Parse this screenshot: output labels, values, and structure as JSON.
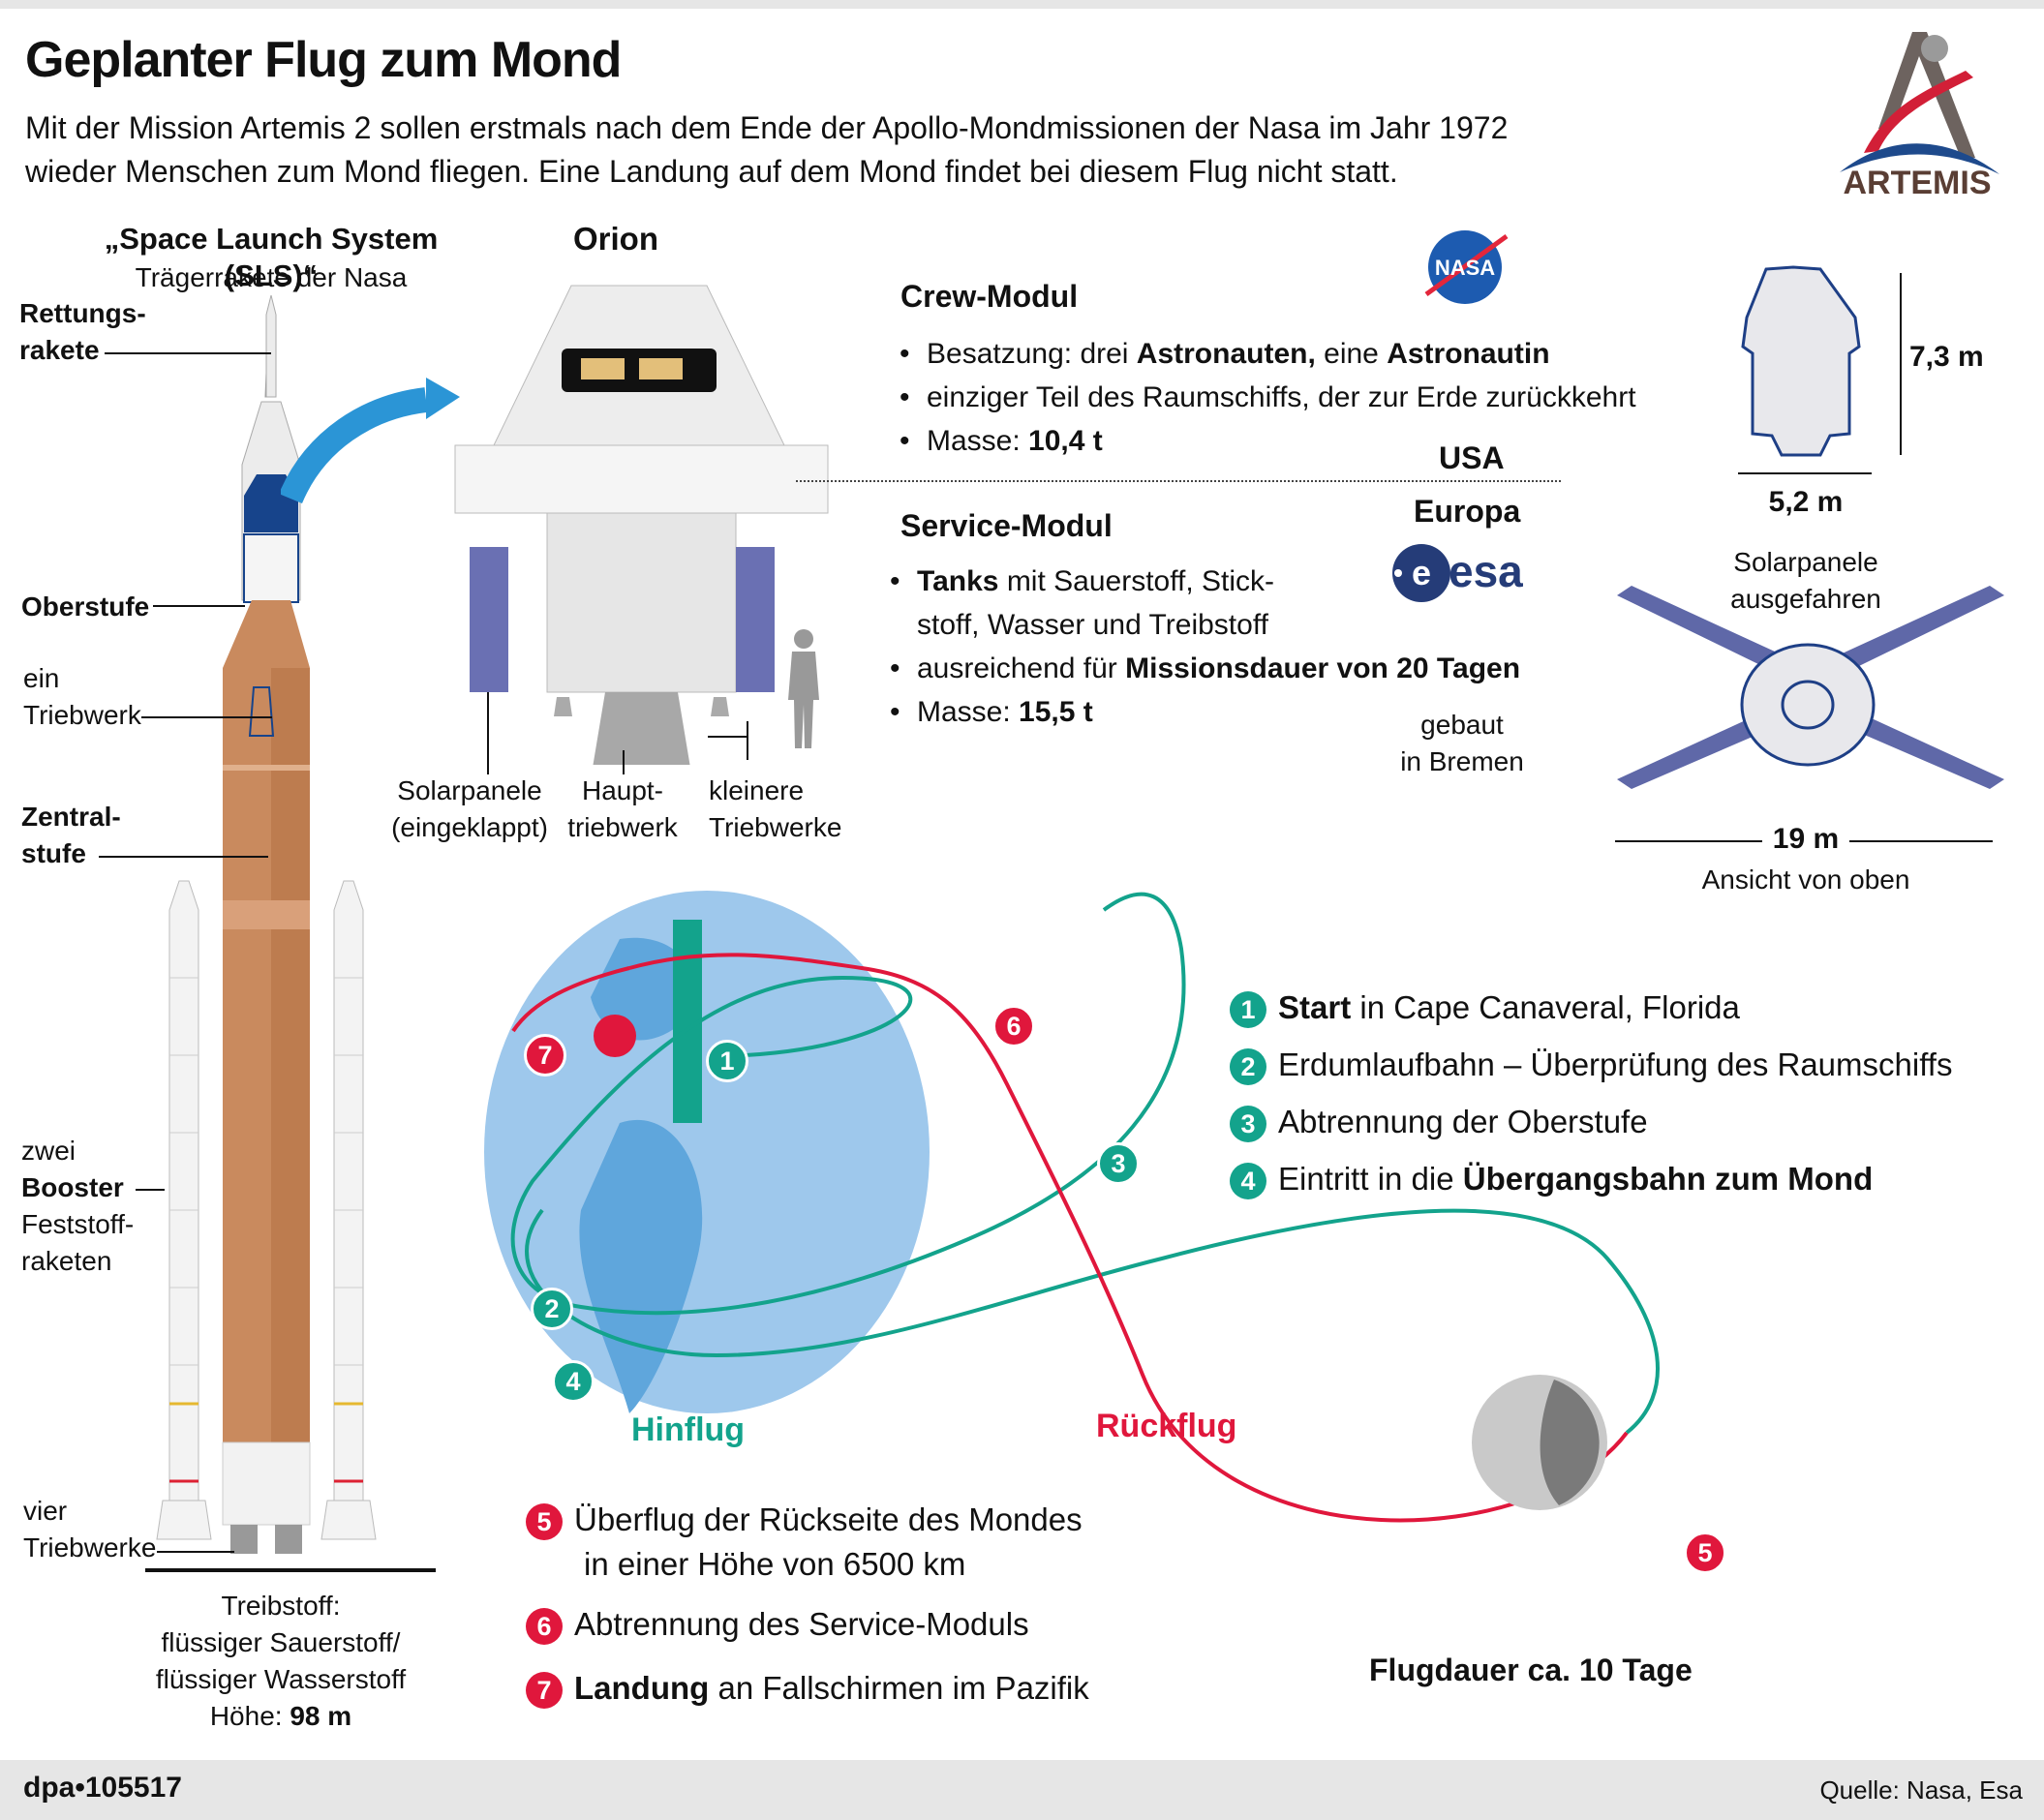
{
  "header": {
    "title": "Geplanter Flug zum Mond",
    "intro_line1": "Mit der Mission Artemis 2 sollen erstmals nach dem Ende der Apollo-Mondmissionen der Nasa im Jahr 1972",
    "intro_line2": "wieder Menschen zum Mond fliegen. Eine Landung auf dem Mond findet bei diesem Flug nicht statt.",
    "logo_text": "ARTEMIS"
  },
  "rocket": {
    "name": "„Space Launch System (SLS)“",
    "subtitle": "Trägerrakete der Nasa",
    "labels": {
      "rettung1": "Rettungs-",
      "rettung2": "rakete",
      "oberstufe": "Oberstufe",
      "ein": "ein",
      "triebwerk": "Triebwerk",
      "zentral1": "Zentral-",
      "zentral2": "stufe",
      "zwei": "zwei",
      "booster": "Booster",
      "feststoff1": "Feststoff-",
      "feststoff2": "raketen",
      "vier": "vier",
      "triebwerke": "Triebwerke"
    },
    "fuel_label": "Treibstoff:",
    "fuel_line1": "flüssiger Sauerstoff/",
    "fuel_line2": "flüssiger Wasserstoff",
    "height_label": "Höhe:",
    "height_value": "98 m"
  },
  "orion": {
    "title": "Orion",
    "labels": {
      "solar1": "Solarpanele",
      "solar2": "(eingeklappt)",
      "haupt1": "Haupt-",
      "haupt2": "triebwerk",
      "klein1": "kleinere",
      "klein2": "Triebwerke"
    },
    "crew_module": {
      "title": "Crew-Modul",
      "b1_pre": "Besatzung: drei ",
      "b1_bold1": "Astronauten,",
      "b1_mid": " eine ",
      "b1_bold2": "Astronautin",
      "b2": "einziger Teil des Raumschiffs, der zur Erde zurückkehrt",
      "b3_pre": "Masse: ",
      "b3_bold": "10,4 t"
    },
    "service_module": {
      "title": "Service-Modul",
      "b1_bold": "Tanks",
      "b1_rest": " mit Sauerstoff, Stick-",
      "b1_line2": "stoff,  Wasser und Treibstoff",
      "b2_pre": "ausreichend für ",
      "b2_bold": "Missionsdauer von 20 Tagen",
      "b3_pre": "Masse: ",
      "b3_bold": "15,5 t"
    },
    "usa": "USA",
    "europa": "Europa",
    "esa_logo": "esa",
    "nasa_logo": "NASA",
    "built1": "gebaut",
    "built2": "in Bremen"
  },
  "dimensions": {
    "height": "7,3 m",
    "width": "5,2 m",
    "solar_label1": "Solarpanele",
    "solar_label2": "ausgefahren",
    "span": "19 m",
    "view_label": "Ansicht von oben"
  },
  "flight": {
    "hinflug": "Hinflug",
    "rueckflug": "Rückflug",
    "duration": "Flugdauer ca. 10 Tage",
    "colors": {
      "outbound": "#13a38c",
      "return": "#e0173c",
      "earth": "#9ec8ec",
      "land": "#5fa6dc"
    },
    "steps_out": [
      {
        "num": "1",
        "bold": "Start",
        "text": " in Cape Canaveral, Florida"
      },
      {
        "num": "2",
        "bold": "",
        "text": "Erdumlaufbahn – Überprüfung des Raumschiffs"
      },
      {
        "num": "3",
        "bold": "",
        "text": "Abtrennung der Oberstufe"
      },
      {
        "num": "4",
        "text_pre": "Eintritt in die ",
        "bold": "Übergangsbahn zum Mond"
      }
    ],
    "steps_back": [
      {
        "num": "5",
        "line1": "Überflug der Rückseite des Mondes",
        "line2": "in einer Höhe von 6500 km"
      },
      {
        "num": "6",
        "text": "Abtrennung des Service-Moduls"
      },
      {
        "num": "7",
        "bold": "Landung",
        "text": " an Fallschirmen im Pazifik"
      }
    ]
  },
  "footer": {
    "credit": "dpa•105517",
    "source": "Quelle: Nasa, Esa"
  }
}
